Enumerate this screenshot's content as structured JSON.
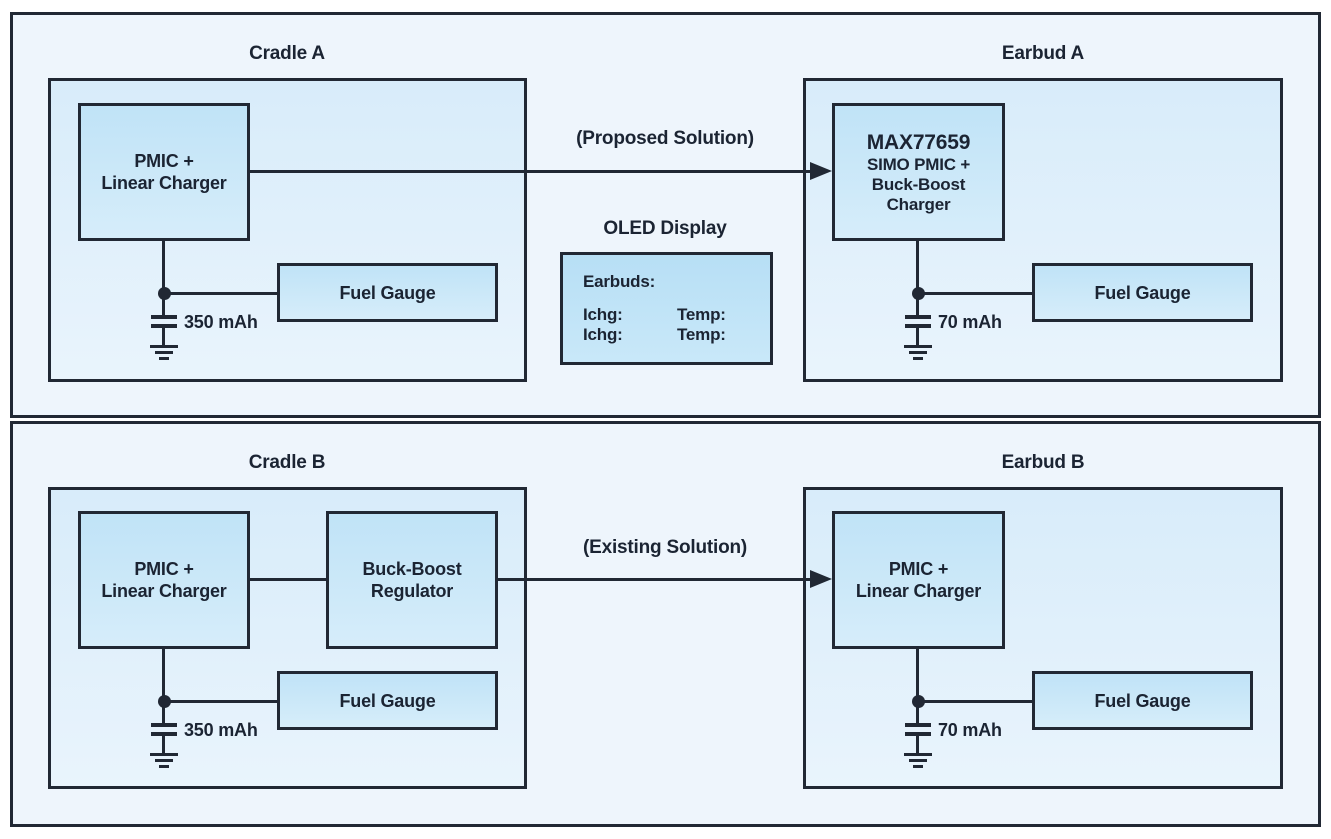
{
  "colors": {
    "line": "#212834",
    "text": "#1b2433",
    "panel_bg": "#eef5fc",
    "group_box_top": "#d8ecfa",
    "group_box_bottom": "#e9f4fc",
    "component_box_top": "#c0e3f7",
    "component_box_bottom": "#d6edfa",
    "oled_bg": "#b7dff5",
    "page_bg": "#ffffff"
  },
  "panels": {
    "top": {
      "solution_label": "(Proposed Solution)",
      "cradle": {
        "title": "Cradle A",
        "pmic": {
          "line1": "PMIC +",
          "line2": "Linear Charger"
        },
        "fuel_gauge": "Fuel Gauge",
        "battery_label": "350 mAh"
      },
      "oled": {
        "title": "OLED Display",
        "header": "Earbuds:",
        "rows": [
          {
            "left": "Ichg:",
            "right": "Temp:"
          },
          {
            "left": "Ichg:",
            "right": "Temp:"
          }
        ]
      },
      "earbud": {
        "title": "Earbud A",
        "chip": {
          "line1": "MAX77659",
          "line2": "SIMO PMIC +",
          "line3": "Buck-Boost",
          "line4": "Charger"
        },
        "fuel_gauge": "Fuel Gauge",
        "battery_label": "70 mAh"
      }
    },
    "bottom": {
      "solution_label": "(Existing Solution)",
      "cradle": {
        "title": "Cradle B",
        "pmic": {
          "line1": "PMIC +",
          "line2": "Linear Charger"
        },
        "regulator": {
          "line1": "Buck-Boost",
          "line2": "Regulator"
        },
        "fuel_gauge": "Fuel Gauge",
        "battery_label": "350 mAh"
      },
      "earbud": {
        "title": "Earbud B",
        "pmic": {
          "line1": "PMIC +",
          "line2": "Linear Charger"
        },
        "fuel_gauge": "Fuel Gauge",
        "battery_label": "70 mAh"
      }
    }
  }
}
